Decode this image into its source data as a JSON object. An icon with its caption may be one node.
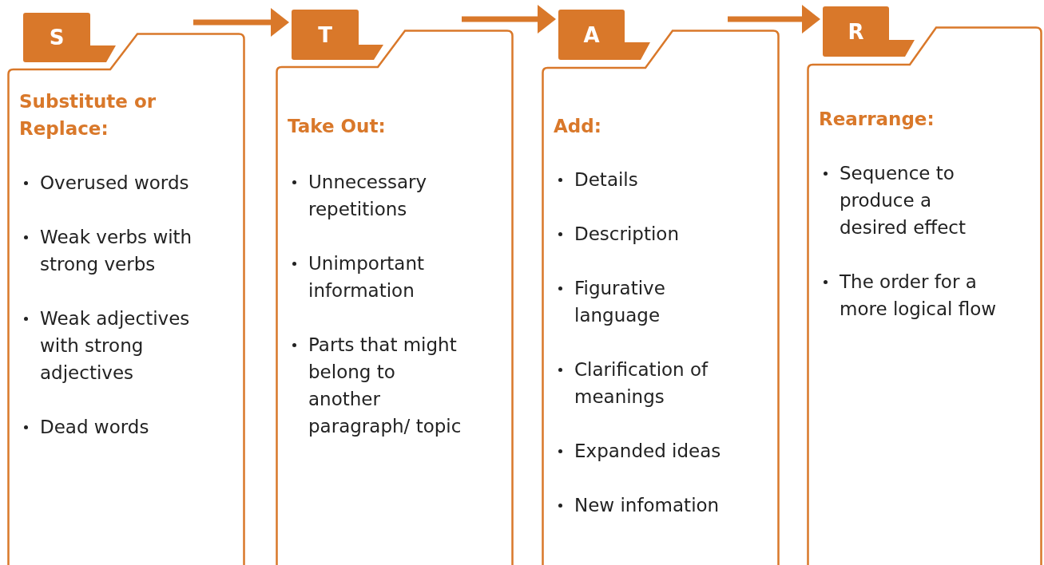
{
  "diagram": {
    "nodes": [
      {
        "text": [
          "S"
        ]
      },
      {
        "text": [
          "Substitute or Replace:",
          "Overused words",
          "Weak verbs with strong verbs",
          "Weak adjectives with strong adjectives",
          "Dead words"
        ]
      },
      {
        "text": [
          "T"
        ]
      },
      {
        "text": [
          "Take Out:",
          "Unnecessary repetitions",
          "Unimportant information",
          "Parts that might belong to another paragraph/ topic"
        ]
      },
      {
        "text": [
          "A"
        ]
      },
      {
        "text": [
          "Add:",
          "Details",
          "Description",
          "Figurative language",
          "Clarification of meanings",
          "Expanded ideas",
          "New infomation"
        ]
      },
      {
        "text": [
          "R"
        ]
      },
      {
        "text": [
          "Rearrange:",
          "Sequence to produce a desired effect",
          "The order for a more logical flow"
        ]
      }
    ],
    "edges": [
      {
        "from": 1,
        "to": 2,
        "arrow": "to"
      },
      {
        "from": 3,
        "to": 4,
        "arrow": "to"
      },
      {
        "from": 5,
        "to": 6,
        "arrow": "to"
      }
    ]
  }
}
